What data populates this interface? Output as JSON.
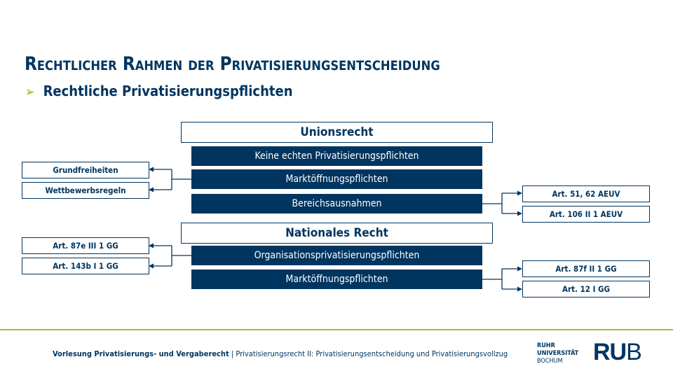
{
  "slide": {
    "title": "Rechtlicher Rahmen der Privatisierungsentscheidung",
    "subtitle": "Rechtliche Privatisierungspflichten",
    "bullet": "➢"
  },
  "union": {
    "heading": "Unionsrecht",
    "items": [
      "Keine echten Privatisierungspflichten",
      "Marktöffnungspflichten",
      "Bereichsausnahmen"
    ],
    "left": [
      "Grundfreiheiten",
      "Wettbewerbsregeln"
    ],
    "right": [
      "Art. 51, 62 AEUV",
      "Art. 106 II 1 AEUV"
    ]
  },
  "national": {
    "heading": "Nationales Recht",
    "items": [
      "Organisationsprivatisierungspflichten",
      "Marktöffnungspflichten"
    ],
    "left": [
      "Art. 87e III 1 GG",
      "Art. 143b I 1 GG"
    ],
    "right": [
      "Art. 87f II 1 GG",
      "Art. 12 I GG"
    ]
  },
  "footer": {
    "course": "Vorlesung Privatisierungs- und Vergaberecht",
    "separator": " | ",
    "topic": "Privatisierungsrecht II: Privatisierungsentscheidung und Privatisierungsvollzug",
    "university": [
      "RUHR",
      "UNIVERSITÄT",
      "BOCHUM"
    ],
    "logo": "RUB"
  },
  "colors": {
    "navy": "#003560",
    "accent": "#8dae10",
    "rule": "#b7b43c"
  }
}
